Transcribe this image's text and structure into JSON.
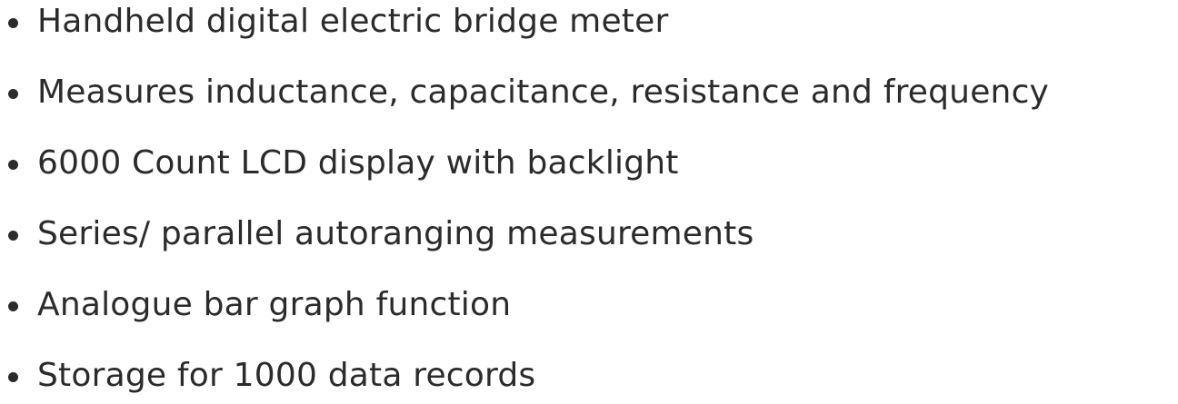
{
  "page": {
    "background_color": "#ffffff",
    "text_color": "#2b2b2b"
  },
  "feature_list": {
    "items": [
      {
        "label": "Handheld digital electric bridge meter"
      },
      {
        "label": "Measures inductance, capacitance, resistance and frequency"
      },
      {
        "label": "6000 Count LCD display with backlight"
      },
      {
        "label": "Series/ parallel autoranging measurements"
      },
      {
        "label": "Analogue bar graph function"
      },
      {
        "label": "Storage for 1000 data records"
      }
    ]
  }
}
